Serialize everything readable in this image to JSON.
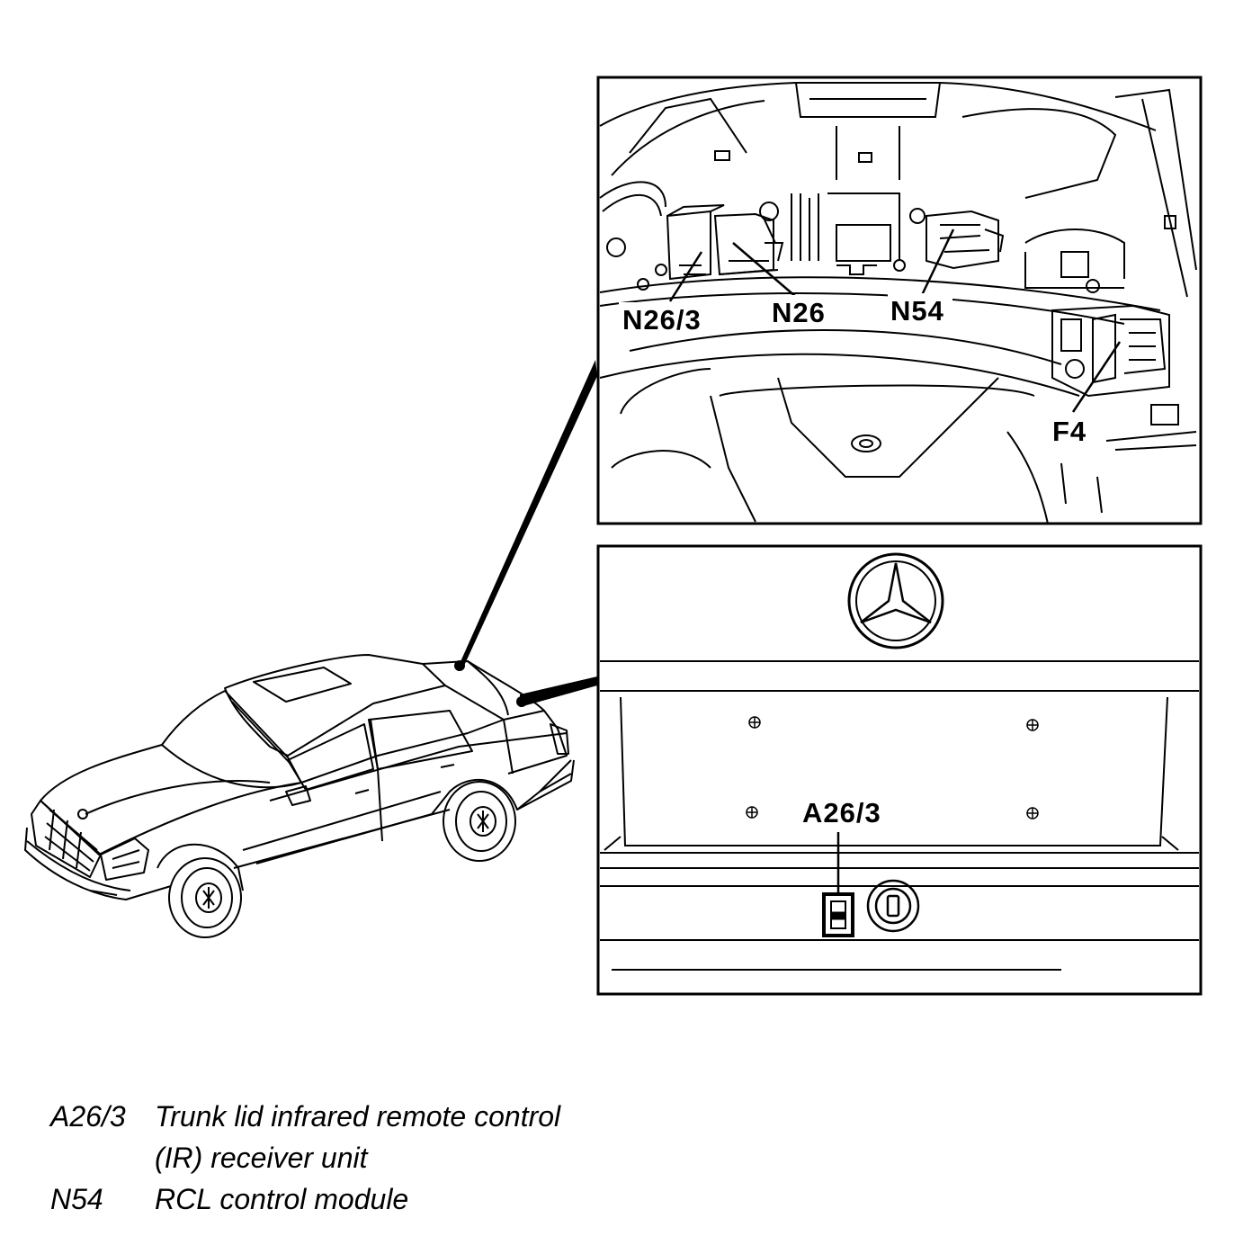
{
  "callouts": {
    "n26_3": "N26/3",
    "n26": "N26",
    "n54": "N54",
    "f4": "F4",
    "a26_3": "A26/3"
  },
  "legend": [
    {
      "code": "A26/3",
      "lines": [
        "Trunk lid infrared remote control",
        "(IR) receiver unit"
      ]
    },
    {
      "code": "N54",
      "lines": [
        "RCL control module"
      ]
    }
  ]
}
